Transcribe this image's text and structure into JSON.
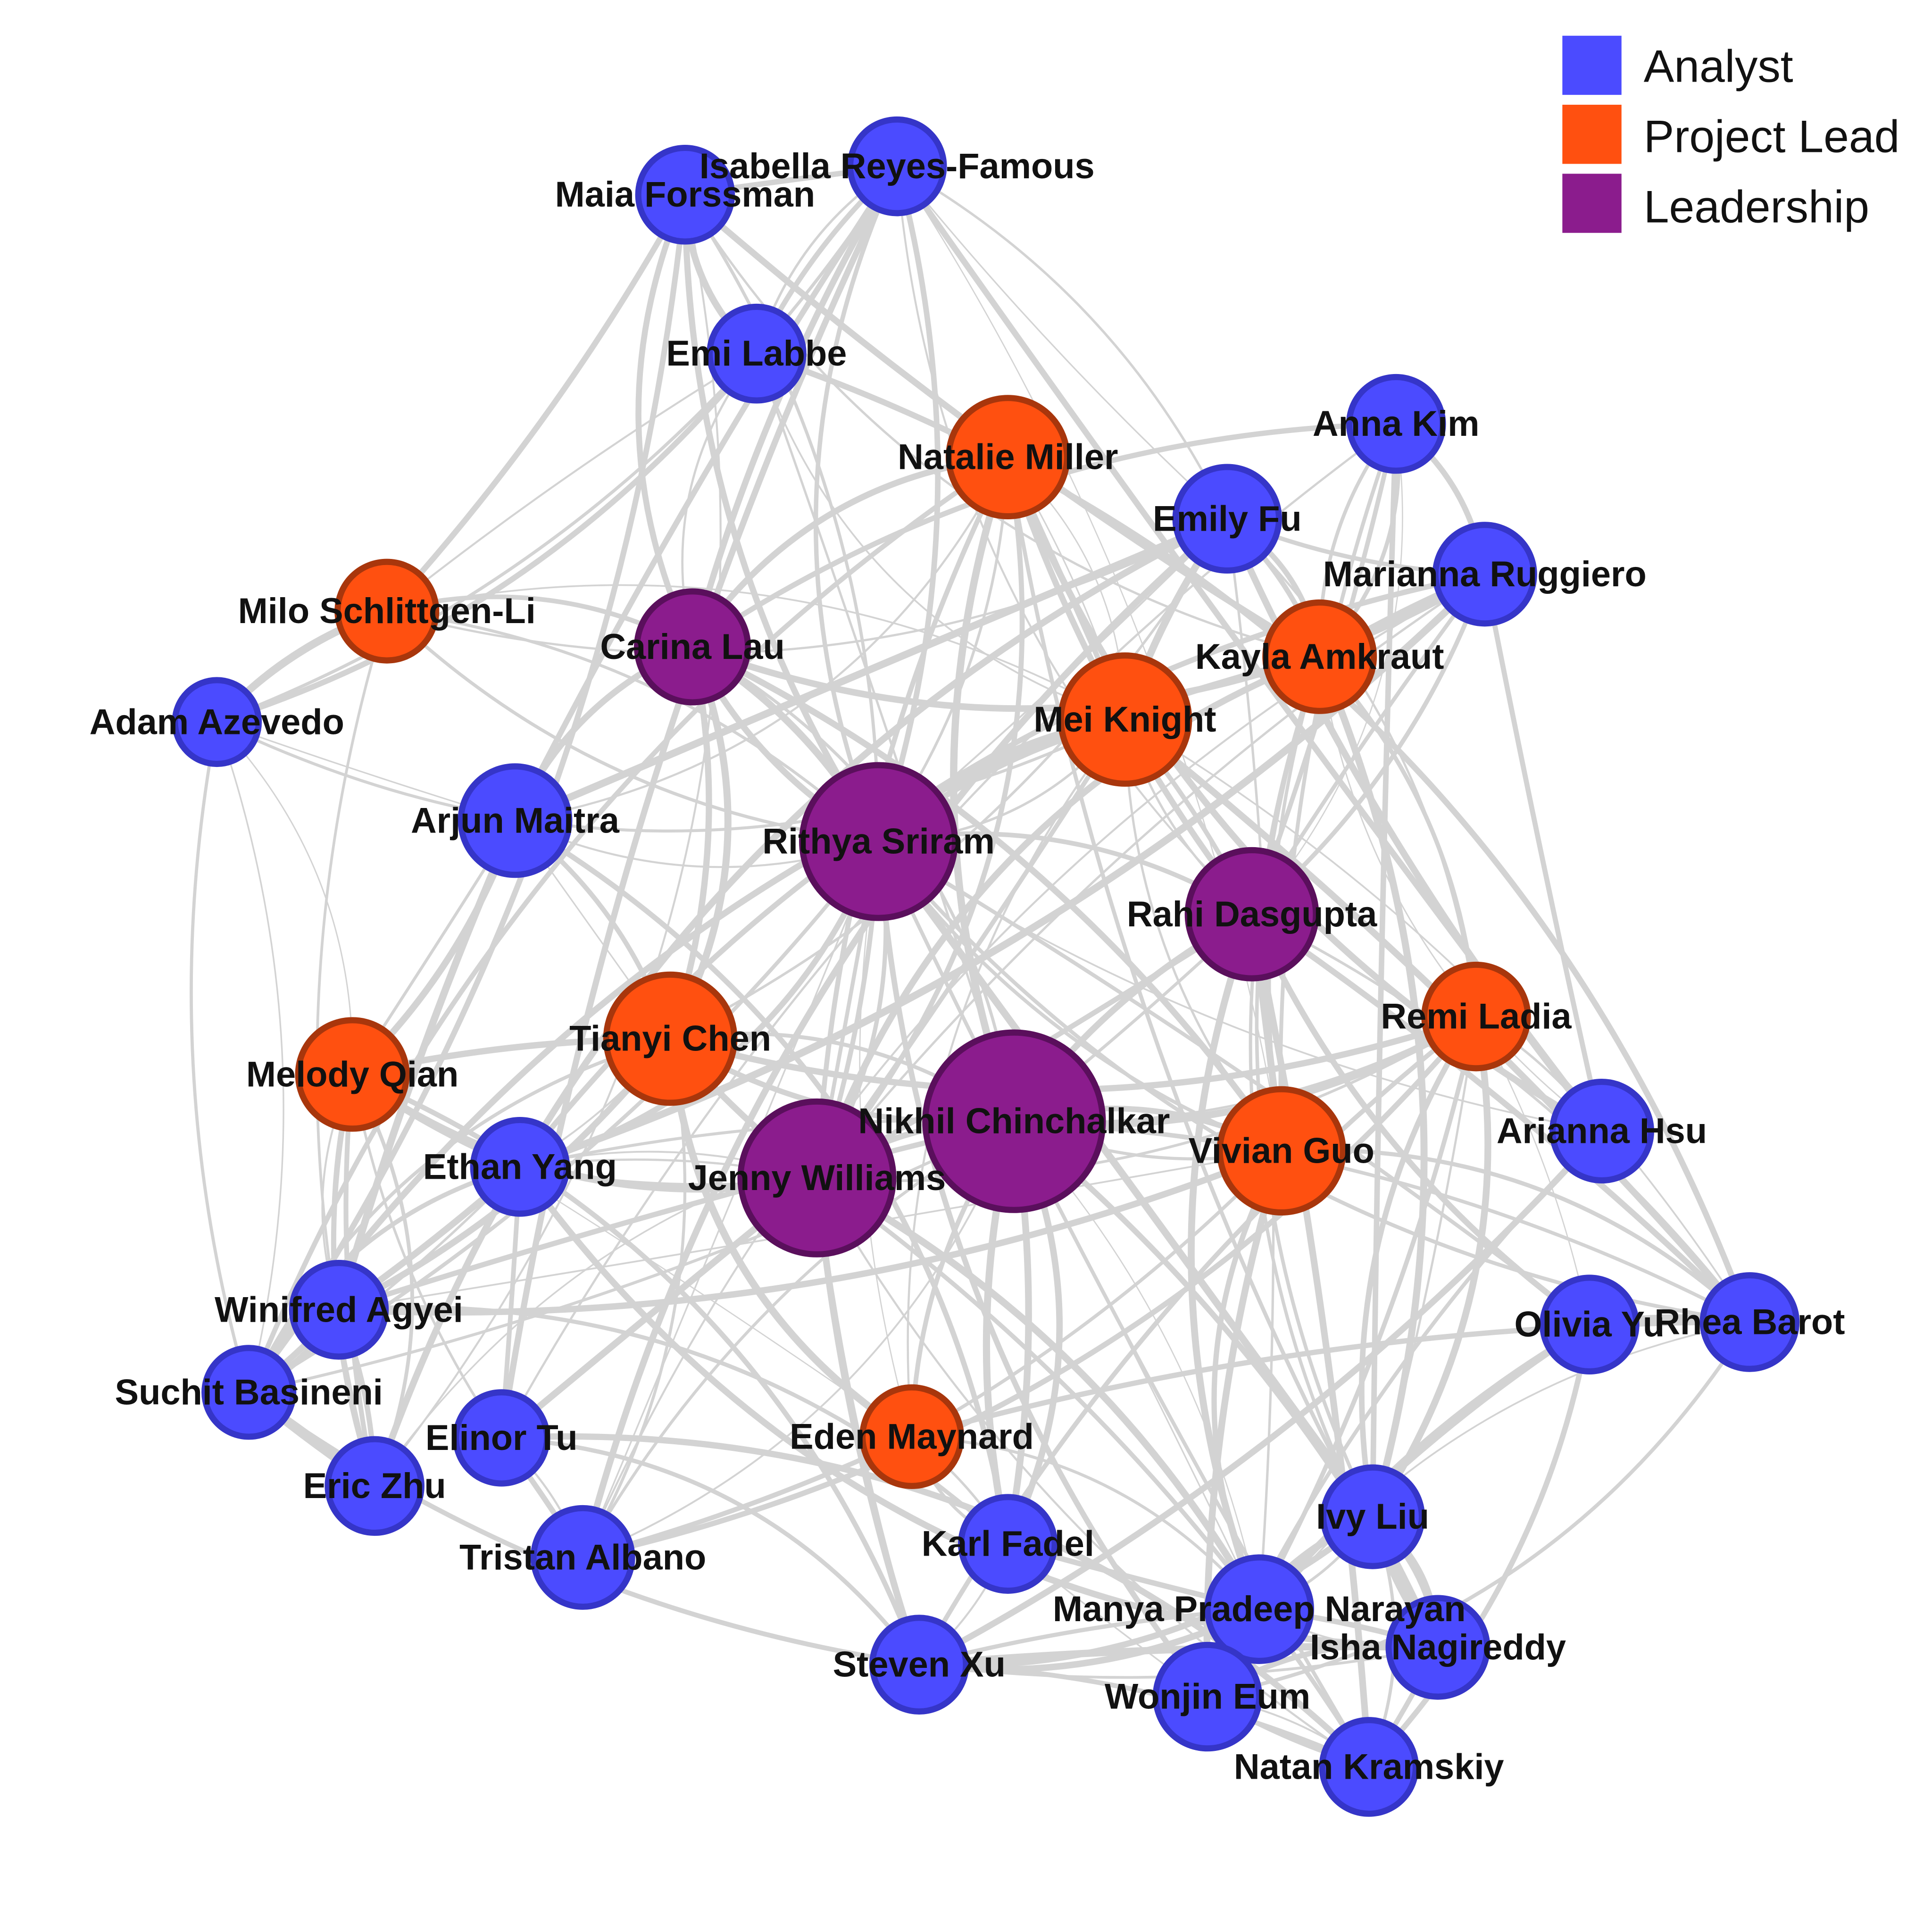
{
  "legend": [
    {
      "label": "Analyst",
      "color": "#4B4BFF",
      "stroke": "#3535c8"
    },
    {
      "label": "Project Lead",
      "color": "#FF5010",
      "stroke": "#a8360c"
    },
    {
      "label": "Leadership",
      "color": "#8B1C8D",
      "stroke": "#5a0f5c"
    }
  ],
  "nodes": [
    {
      "name": "Isabella Reyes-Famous",
      "role": 0
    },
    {
      "name": "Maia Forssman",
      "role": 0
    },
    {
      "name": "Emi Labbe",
      "role": 0
    },
    {
      "name": "Natalie Miller",
      "role": 1
    },
    {
      "name": "Anna Kim",
      "role": 0
    },
    {
      "name": "Emily Fu",
      "role": 0
    },
    {
      "name": "Marianna Ruggiero",
      "role": 0
    },
    {
      "name": "Milo Schlittgen-Li",
      "role": 1
    },
    {
      "name": "Carina Lau",
      "role": 2
    },
    {
      "name": "Kayla Amkraut",
      "role": 1
    },
    {
      "name": "Mei Knight",
      "role": 1
    },
    {
      "name": "Adam Azevedo",
      "role": 0
    },
    {
      "name": "Arjun Maitra",
      "role": 0
    },
    {
      "name": "Rithya Sriram",
      "role": 2
    },
    {
      "name": "Rahi Dasgupta",
      "role": 2
    },
    {
      "name": "Remi Ladia",
      "role": 1
    },
    {
      "name": "Tianyi Chen",
      "role": 1
    },
    {
      "name": "Melody Qian",
      "role": 1
    },
    {
      "name": "Nikhil Chinchalkar",
      "role": 2
    },
    {
      "name": "Vivian Guo",
      "role": 1
    },
    {
      "name": "Arianna Hsu",
      "role": 0
    },
    {
      "name": "Ethan Yang",
      "role": 0
    },
    {
      "name": "Jenny Williams",
      "role": 2
    },
    {
      "name": "Winifred Agyei",
      "role": 0
    },
    {
      "name": "Olivia Yu",
      "role": 0
    },
    {
      "name": "Rhea Barot",
      "role": 0
    },
    {
      "name": "Suchit Basineni",
      "role": 0
    },
    {
      "name": "Elinor Tu",
      "role": 0
    },
    {
      "name": "Eden Maynard",
      "role": 1
    },
    {
      "name": "Eric Zhu",
      "role": 0
    },
    {
      "name": "Ivy Liu",
      "role": 0
    },
    {
      "name": "Tristan Albano",
      "role": 0
    },
    {
      "name": "Karl Fadel",
      "role": 0
    },
    {
      "name": "Manya Pradeep Narayan",
      "role": 0
    },
    {
      "name": "Isha Nagireddy",
      "role": 0
    },
    {
      "name": "Steven Xu",
      "role": 0
    },
    {
      "name": "Wonjin Eum",
      "role": 0
    },
    {
      "name": "Natan Kramskiy",
      "role": 0
    }
  ]
}
